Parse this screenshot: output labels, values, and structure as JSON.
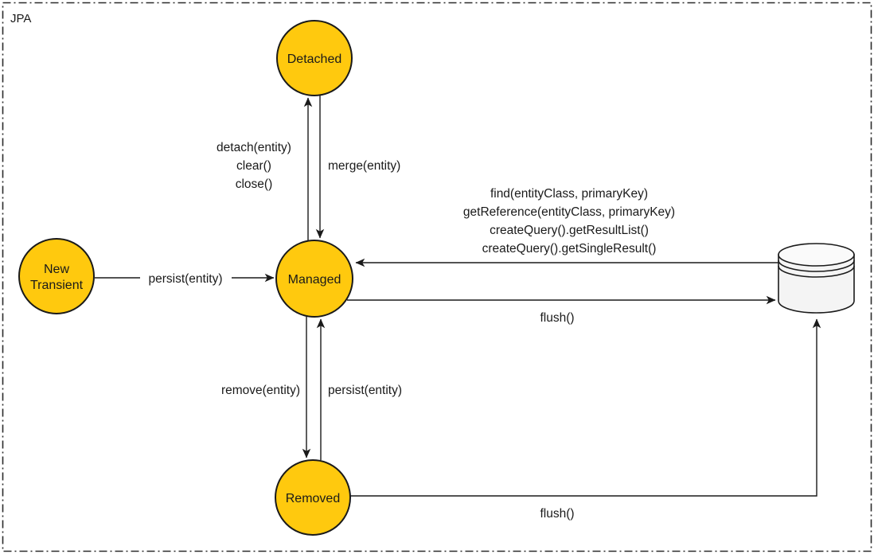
{
  "diagram": {
    "frame_title": "JPA",
    "colors": {
      "state_fill": "#FFC90E",
      "stroke": "#1A1A1A",
      "database_fill": "#F4F4F4",
      "background": "#FFFFFF"
    },
    "states": {
      "detached": {
        "label": "Detached"
      },
      "new_transient": {
        "line1": "New",
        "line2": "Transient"
      },
      "managed": {
        "label": "Managed"
      },
      "removed": {
        "label": "Removed"
      }
    },
    "database": {
      "name": "database-cylinder"
    },
    "transitions": {
      "detach_block": [
        "detach(entity)",
        "clear()",
        "close()"
      ],
      "merge": "merge(entity)",
      "persist_new": "persist(entity)",
      "find_block": [
        "find(entityClass, primaryKey)",
        "getReference(entityClass, primaryKey)",
        "createQuery().getResultList()",
        "createQuery().getSingleResult()"
      ],
      "flush_managed": "flush()",
      "remove": "remove(entity)",
      "persist_removed": "persist(entity)",
      "flush_removed": "flush()"
    }
  }
}
